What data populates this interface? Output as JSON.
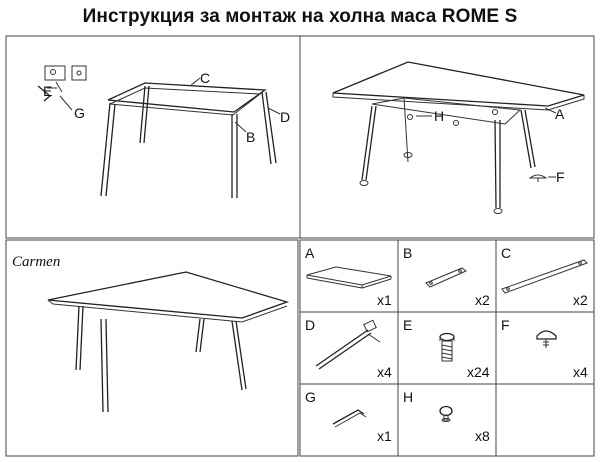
{
  "title": "Инструкция за монтаж на холна маса ROME S",
  "brand": "Carmen",
  "assembly": {
    "left_labels": [
      "C",
      "E",
      "G",
      "B",
      "D"
    ],
    "right_labels": [
      "A",
      "H",
      "F"
    ]
  },
  "parts": [
    {
      "letter": "A",
      "qty": "x1",
      "icon": "tabletop-icon"
    },
    {
      "letter": "B",
      "qty": "x2",
      "icon": "short-rail-icon"
    },
    {
      "letter": "C",
      "qty": "x2",
      "icon": "long-rail-icon"
    },
    {
      "letter": "D",
      "qty": "x4",
      "icon": "leg-icon"
    },
    {
      "letter": "E",
      "qty": "x24",
      "icon": "screw-icon"
    },
    {
      "letter": "F",
      "qty": "x4",
      "icon": "foot-pad-icon"
    },
    {
      "letter": "G",
      "qty": "x1",
      "icon": "allen-key-icon"
    },
    {
      "letter": "H",
      "qty": "x8",
      "icon": "mounting-clip-icon"
    }
  ]
}
